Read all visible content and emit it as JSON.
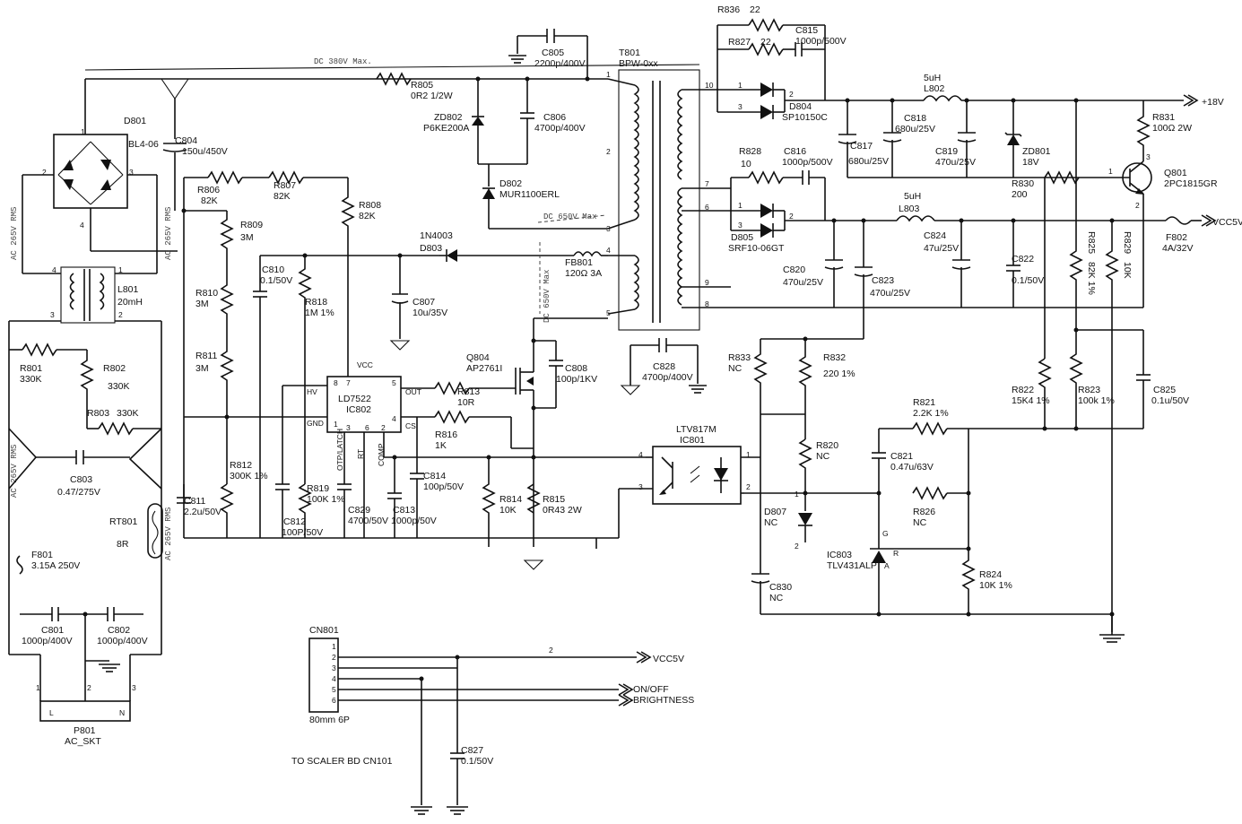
{
  "rails": {
    "dc_380": "DC 380V Max.",
    "dc_650": "DC 650V Max"
  },
  "components": {
    "D801": {
      "ref": "D801",
      "value": "BL4-06"
    },
    "C804": {
      "ref": "C804",
      "value": "150u/450V"
    },
    "R805": {
      "ref": "R805",
      "value": "0R2 1/2W"
    },
    "C805": {
      "ref": "C805",
      "value": "2200p/400V"
    },
    "T801": {
      "ref": "T801",
      "value": "BPW-0xx"
    },
    "ZD802": {
      "ref": "ZD802",
      "value": "P6KE200A"
    },
    "C806": {
      "ref": "C806",
      "value": "4700p/400V"
    },
    "D802": {
      "ref": "D802",
      "value": "MUR1100ERL"
    },
    "R806": {
      "ref": "R806",
      "value": "82K"
    },
    "R807": {
      "ref": "R807",
      "value": "82K"
    },
    "R808": {
      "ref": "R808",
      "value": "82K"
    },
    "R809": {
      "ref": "R809",
      "value": "3M"
    },
    "R810": {
      "ref": "R810",
      "value": "3M"
    },
    "R811": {
      "ref": "R811",
      "value": "3M"
    },
    "R812": {
      "ref": "R812",
      "value": "300K 1%"
    },
    "C810": {
      "ref": "C810",
      "value": "0.1/50V"
    },
    "R818": {
      "ref": "R818",
      "value": "1M 1%"
    },
    "D803": {
      "ref": "D803",
      "value": "1N4003"
    },
    "FB801": {
      "ref": "FB801",
      "value": "120Ω 3A"
    },
    "C807": {
      "ref": "C807",
      "value": "10u/35V"
    },
    "Q804": {
      "ref": "Q804",
      "value": "AP2761I"
    },
    "C808": {
      "ref": "C808",
      "value": "100p/1KV"
    },
    "IC802": {
      "ref": "IC802",
      "value": "LD7522"
    },
    "R813": {
      "ref": "R813",
      "value": "10R"
    },
    "R816": {
      "ref": "R816",
      "value": "1K"
    },
    "C811": {
      "ref": "C811",
      "value": "2.2u/50V"
    },
    "C812": {
      "ref": "C812",
      "value": "100P/50V"
    },
    "R819": {
      "ref": "R819",
      "value": "100K 1%"
    },
    "C829": {
      "ref": "C829",
      "value": "4700/50V"
    },
    "C813": {
      "ref": "C813",
      "value": "1000p/50V"
    },
    "C814": {
      "ref": "C814",
      "value": "100p/50V"
    },
    "R814": {
      "ref": "R814",
      "value": "10K"
    },
    "R815": {
      "ref": "R815",
      "value": "0R43 2W"
    },
    "C828": {
      "ref": "C828",
      "value": "4700p/400V"
    },
    "R836": {
      "ref": "R836",
      "value": "22"
    },
    "R827": {
      "ref": "R827",
      "value": "22"
    },
    "C815": {
      "ref": "C815",
      "value": "1000p/500V"
    },
    "D804": {
      "ref": "D804",
      "value": "SP10150C"
    },
    "L802": {
      "ref": "L802",
      "value": "5uH"
    },
    "C817": {
      "ref": "C817",
      "value": "680u/25V"
    },
    "C818": {
      "ref": "C818",
      "value": "680u/25V"
    },
    "C819": {
      "ref": "C819",
      "value": "470u/25V"
    },
    "ZD801": {
      "ref": "ZD801",
      "value": "18V"
    },
    "R830": {
      "ref": "R830",
      "value": "200"
    },
    "R831": {
      "ref": "R831",
      "value": "100Ω 2W"
    },
    "Q801": {
      "ref": "Q801",
      "value": "2PC1815GR"
    },
    "R828": {
      "ref": "R828",
      "value": "10"
    },
    "C816": {
      "ref": "C816",
      "value": "1000p/500V"
    },
    "D805": {
      "ref": "D805",
      "value": "SRF10-06GT"
    },
    "L803": {
      "ref": "L803",
      "value": "5uH"
    },
    "C824": {
      "ref": "C824",
      "value": "47u/25V"
    },
    "C822": {
      "ref": "C822",
      "value": "0.1/50V"
    },
    "R825": {
      "ref": "R825",
      "value": "82K 1%"
    },
    "R829": {
      "ref": "R829",
      "value": "10K"
    },
    "F802": {
      "ref": "F802",
      "value": "4A/32V"
    },
    "C820": {
      "ref": "C820",
      "value": "470u/25V"
    },
    "C823": {
      "ref": "C823",
      "value": "470u/25V"
    },
    "R833": {
      "ref": "R833",
      "value": "NC"
    },
    "R832": {
      "ref": "R832",
      "value": "220 1%"
    },
    "R822": {
      "ref": "R822",
      "value": "15K4 1%"
    },
    "R823": {
      "ref": "R823",
      "value": "100k 1%"
    },
    "C825": {
      "ref": "C825",
      "value": "0.1u/50V"
    },
    "IC801": {
      "ref": "IC801",
      "value": "LTV817M"
    },
    "R820": {
      "ref": "R820",
      "value": "NC"
    },
    "R821": {
      "ref": "R821",
      "value": "2.2K 1%"
    },
    "C821": {
      "ref": "C821",
      "value": "0.47u/63V"
    },
    "R826": {
      "ref": "R826",
      "value": "NC"
    },
    "D807": {
      "ref": "D807",
      "value": "NC"
    },
    "IC803": {
      "ref": "IC803",
      "value": "TLV431ALP"
    },
    "R824": {
      "ref": "R824",
      "value": "10K 1%"
    },
    "C830": {
      "ref": "C830",
      "value": "NC"
    },
    "R801": {
      "ref": "R801",
      "value": "330K"
    },
    "R802": {
      "ref": "R802",
      "value": "330K"
    },
    "R803": {
      "ref": "R803",
      "value": "330K"
    },
    "C803": {
      "ref": "C803",
      "value": "0.47/275V"
    },
    "RT801": {
      "ref": "RT801",
      "value": "8R"
    },
    "F801": {
      "ref": "F801",
      "value": "3.15A 250V"
    },
    "C801": {
      "ref": "C801",
      "value": "1000p/400V"
    },
    "C802": {
      "ref": "C802",
      "value": "1000p/400V"
    },
    "L801": {
      "ref": "L801",
      "value": "20mH"
    },
    "P801": {
      "ref": "P801",
      "value": "AC_SKT"
    },
    "CN801": {
      "ref": "CN801",
      "value": "80mm 6P"
    },
    "C827": {
      "ref": "C827",
      "value": "0.1/50V"
    }
  },
  "ic802_pins": {
    "vcc": "VCC",
    "gnd": "GND",
    "out": "OUT",
    "cs": "CS",
    "comp": "COMP",
    "rt": "RT",
    "hv": "HV",
    "latch": "OTP/LATCH",
    "p1": "1",
    "p2": "2",
    "p3": "3",
    "p4": "4",
    "p5": "5",
    "p6": "6",
    "p7": "7",
    "p8": "8"
  },
  "pins": {
    "1": "1",
    "2": "2",
    "3": "3",
    "4": "4",
    "5": "5",
    "6": "6",
    "7": "7",
    "8": "8",
    "9": "9",
    "10": "10",
    "G": "G",
    "R": "R",
    "A": "A",
    "L": "L",
    "N": "N"
  },
  "ac_labels": {
    "ac_265": "AC 265V RMS",
    "ac_265b": "AC 265V RMS"
  },
  "outputs": {
    "v18": "+18V",
    "vcc5": "VCC5V",
    "vcc5_conn": "VCC5V",
    "onoff": "ON/OFF",
    "brightness": "BRIGHTNESS",
    "to_scaler": "TO SCALER BD CN101"
  }
}
